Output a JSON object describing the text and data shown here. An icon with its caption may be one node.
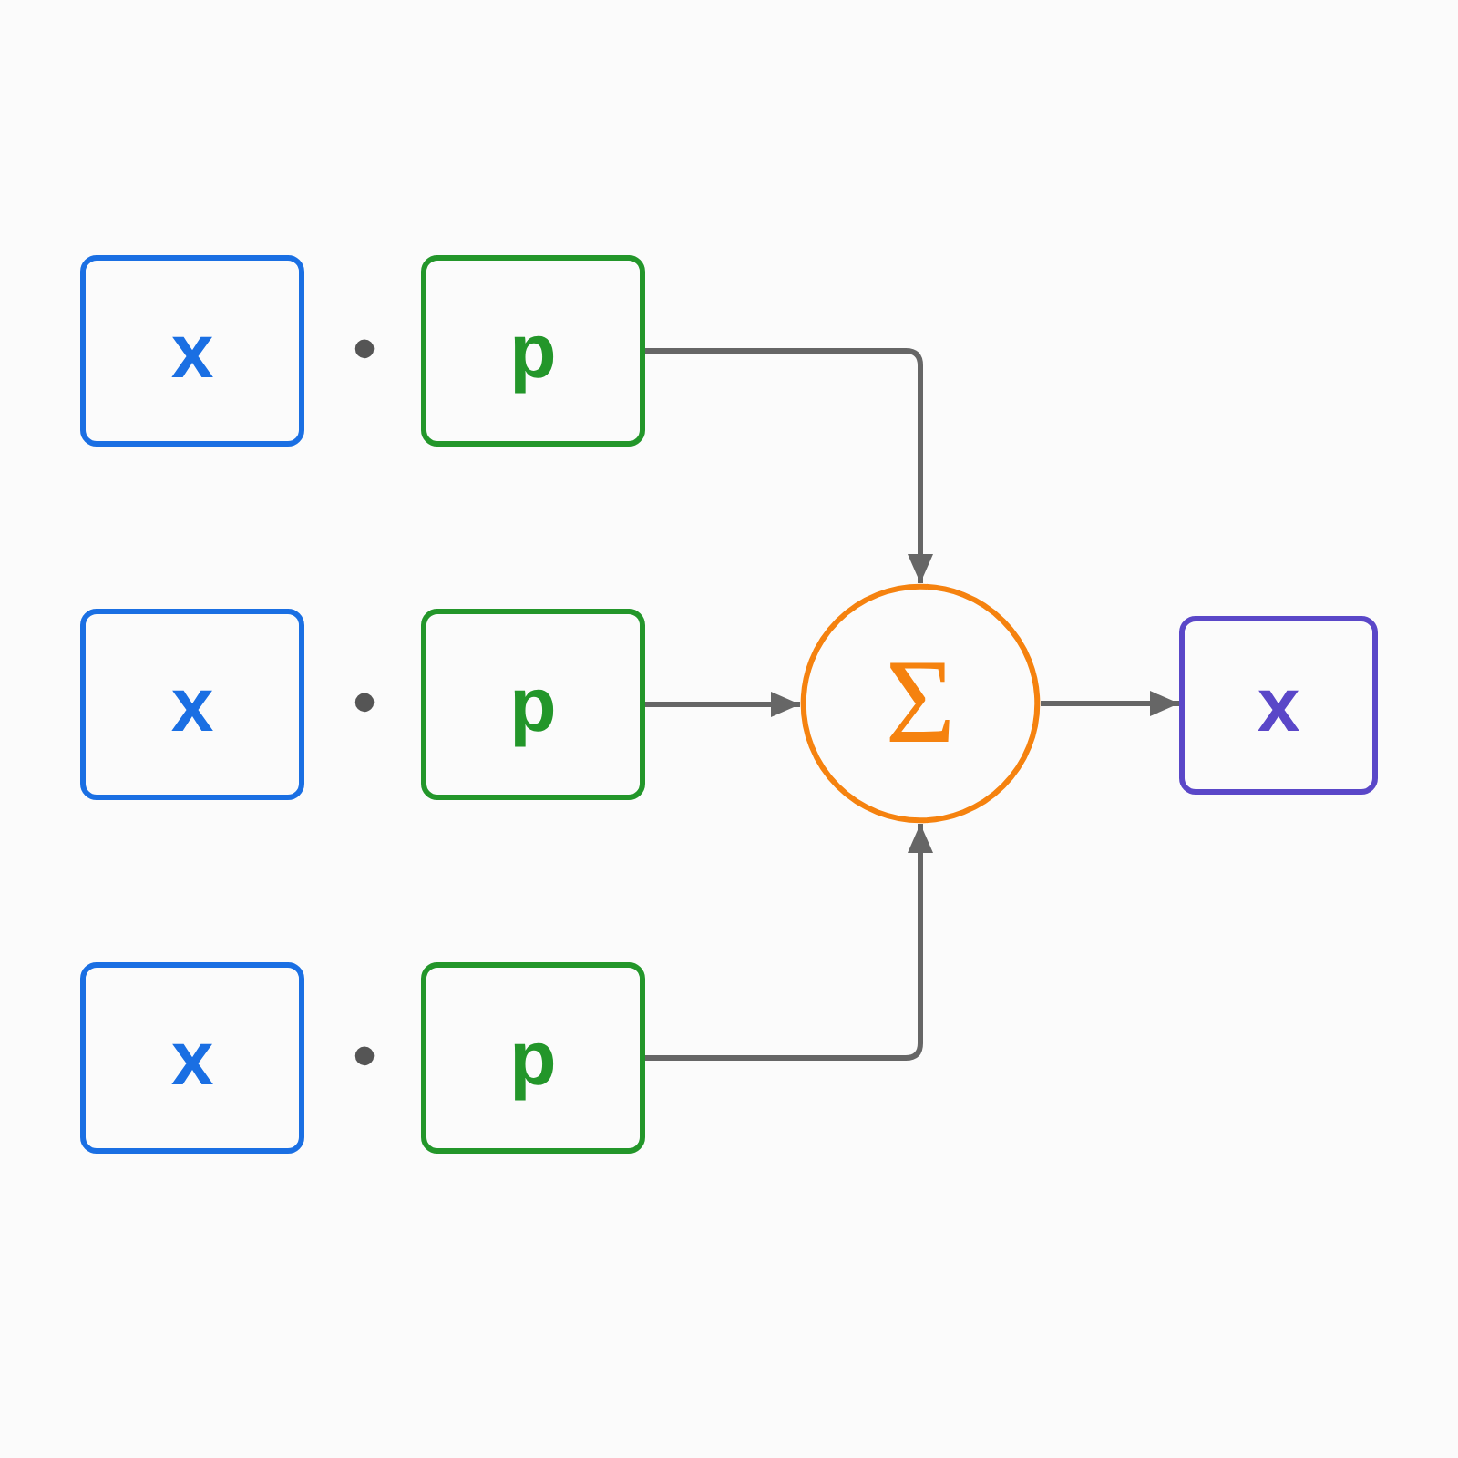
{
  "diagram": {
    "nodes": [
      {
        "text": [
          "x"
        ]
      },
      {
        "text": [
          "p"
        ]
      },
      {
        "text": [
          "x"
        ]
      },
      {
        "text": [
          "p"
        ]
      },
      {
        "text": [
          "x"
        ]
      },
      {
        "text": [
          "p"
        ]
      },
      {
        "text": [
          "Σ"
        ]
      },
      {
        "text": [
          "x"
        ]
      }
    ],
    "edges": [
      {
        "from": 1,
        "to": 6,
        "arrow": "to"
      },
      {
        "from": 3,
        "to": 6,
        "arrow": "to"
      },
      {
        "from": 5,
        "to": 6,
        "arrow": "to"
      },
      {
        "from": 6,
        "to": 7,
        "arrow": "to"
      }
    ],
    "labels": [
      "•",
      "•",
      "•"
    ]
  }
}
